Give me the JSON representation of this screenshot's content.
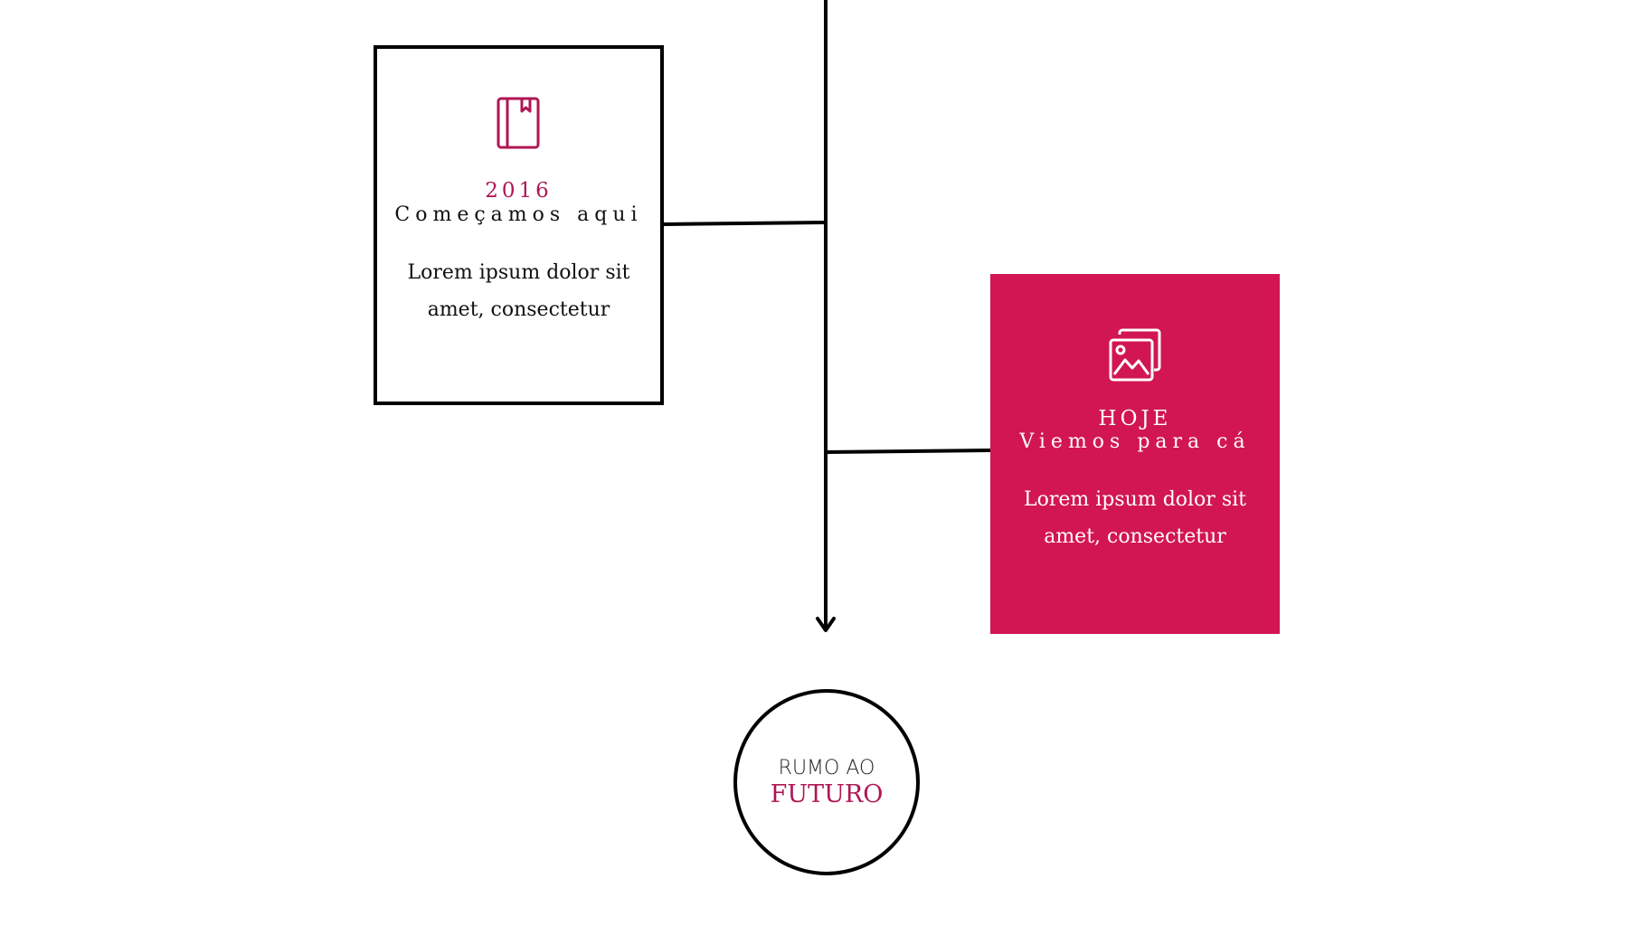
{
  "colors": {
    "accent": "#d21651",
    "accent_text": "#b01655",
    "line": "#000000",
    "background": "#ffffff"
  },
  "timeline": {
    "items": [
      {
        "icon": "book-icon",
        "year": "2016",
        "title": "Começamos aqui",
        "desc_line1": "Lorem ipsum dolor sit",
        "desc_line2": "amet, consectetur"
      },
      {
        "icon": "image-gallery-icon",
        "year": "HOJE",
        "title": "Viemos para cá",
        "desc_line1": "Lorem ipsum dolor sit",
        "desc_line2": "amet, consectetur"
      }
    ],
    "end": {
      "line1": "RUMO AO",
      "line2": "FUTURO"
    }
  }
}
